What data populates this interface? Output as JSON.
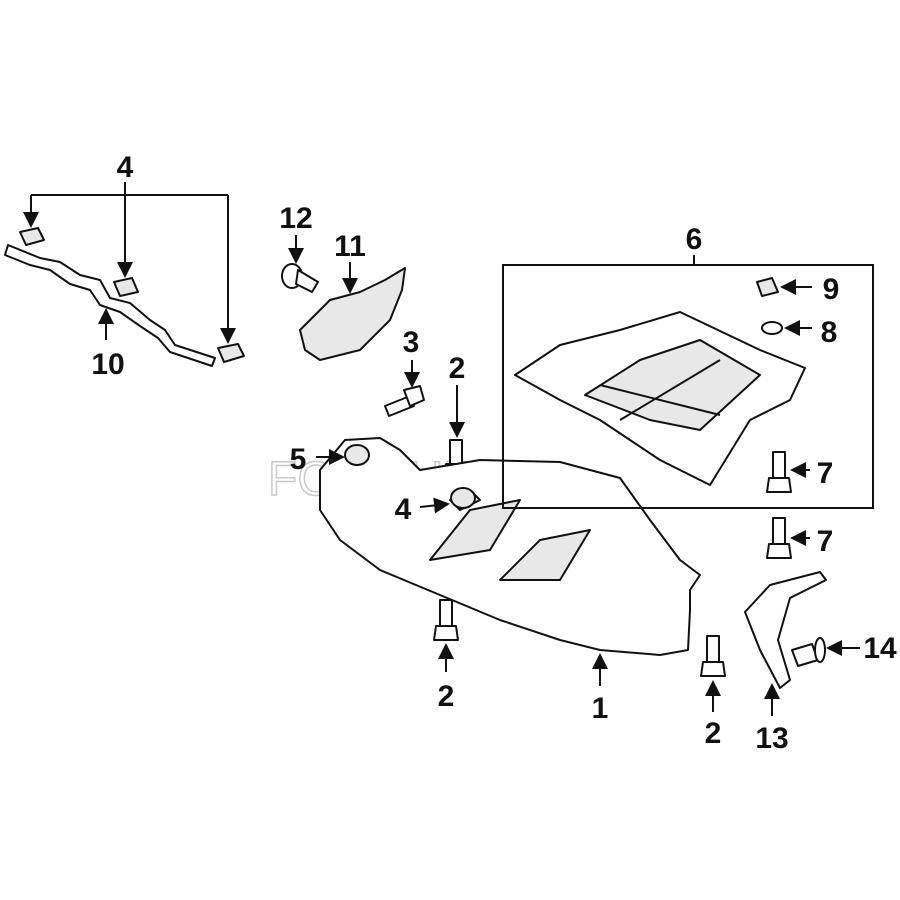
{
  "diagram": {
    "watermark": "FCP EURO",
    "callouts": [
      {
        "id": "c4a",
        "label": "4"
      },
      {
        "id": "c10",
        "label": "10"
      },
      {
        "id": "c12",
        "label": "12"
      },
      {
        "id": "c11",
        "label": "11"
      },
      {
        "id": "c3",
        "label": "3"
      },
      {
        "id": "c2a",
        "label": "2"
      },
      {
        "id": "c5",
        "label": "5"
      },
      {
        "id": "c4b",
        "label": "4"
      },
      {
        "id": "c6",
        "label": "6"
      },
      {
        "id": "c9",
        "label": "9"
      },
      {
        "id": "c8",
        "label": "8"
      },
      {
        "id": "c7a",
        "label": "7"
      },
      {
        "id": "c7b",
        "label": "7"
      },
      {
        "id": "c14",
        "label": "14"
      },
      {
        "id": "c13",
        "label": "13"
      },
      {
        "id": "c2b",
        "label": "2"
      },
      {
        "id": "c1",
        "label": "1"
      },
      {
        "id": "c2c",
        "label": "2"
      }
    ]
  }
}
